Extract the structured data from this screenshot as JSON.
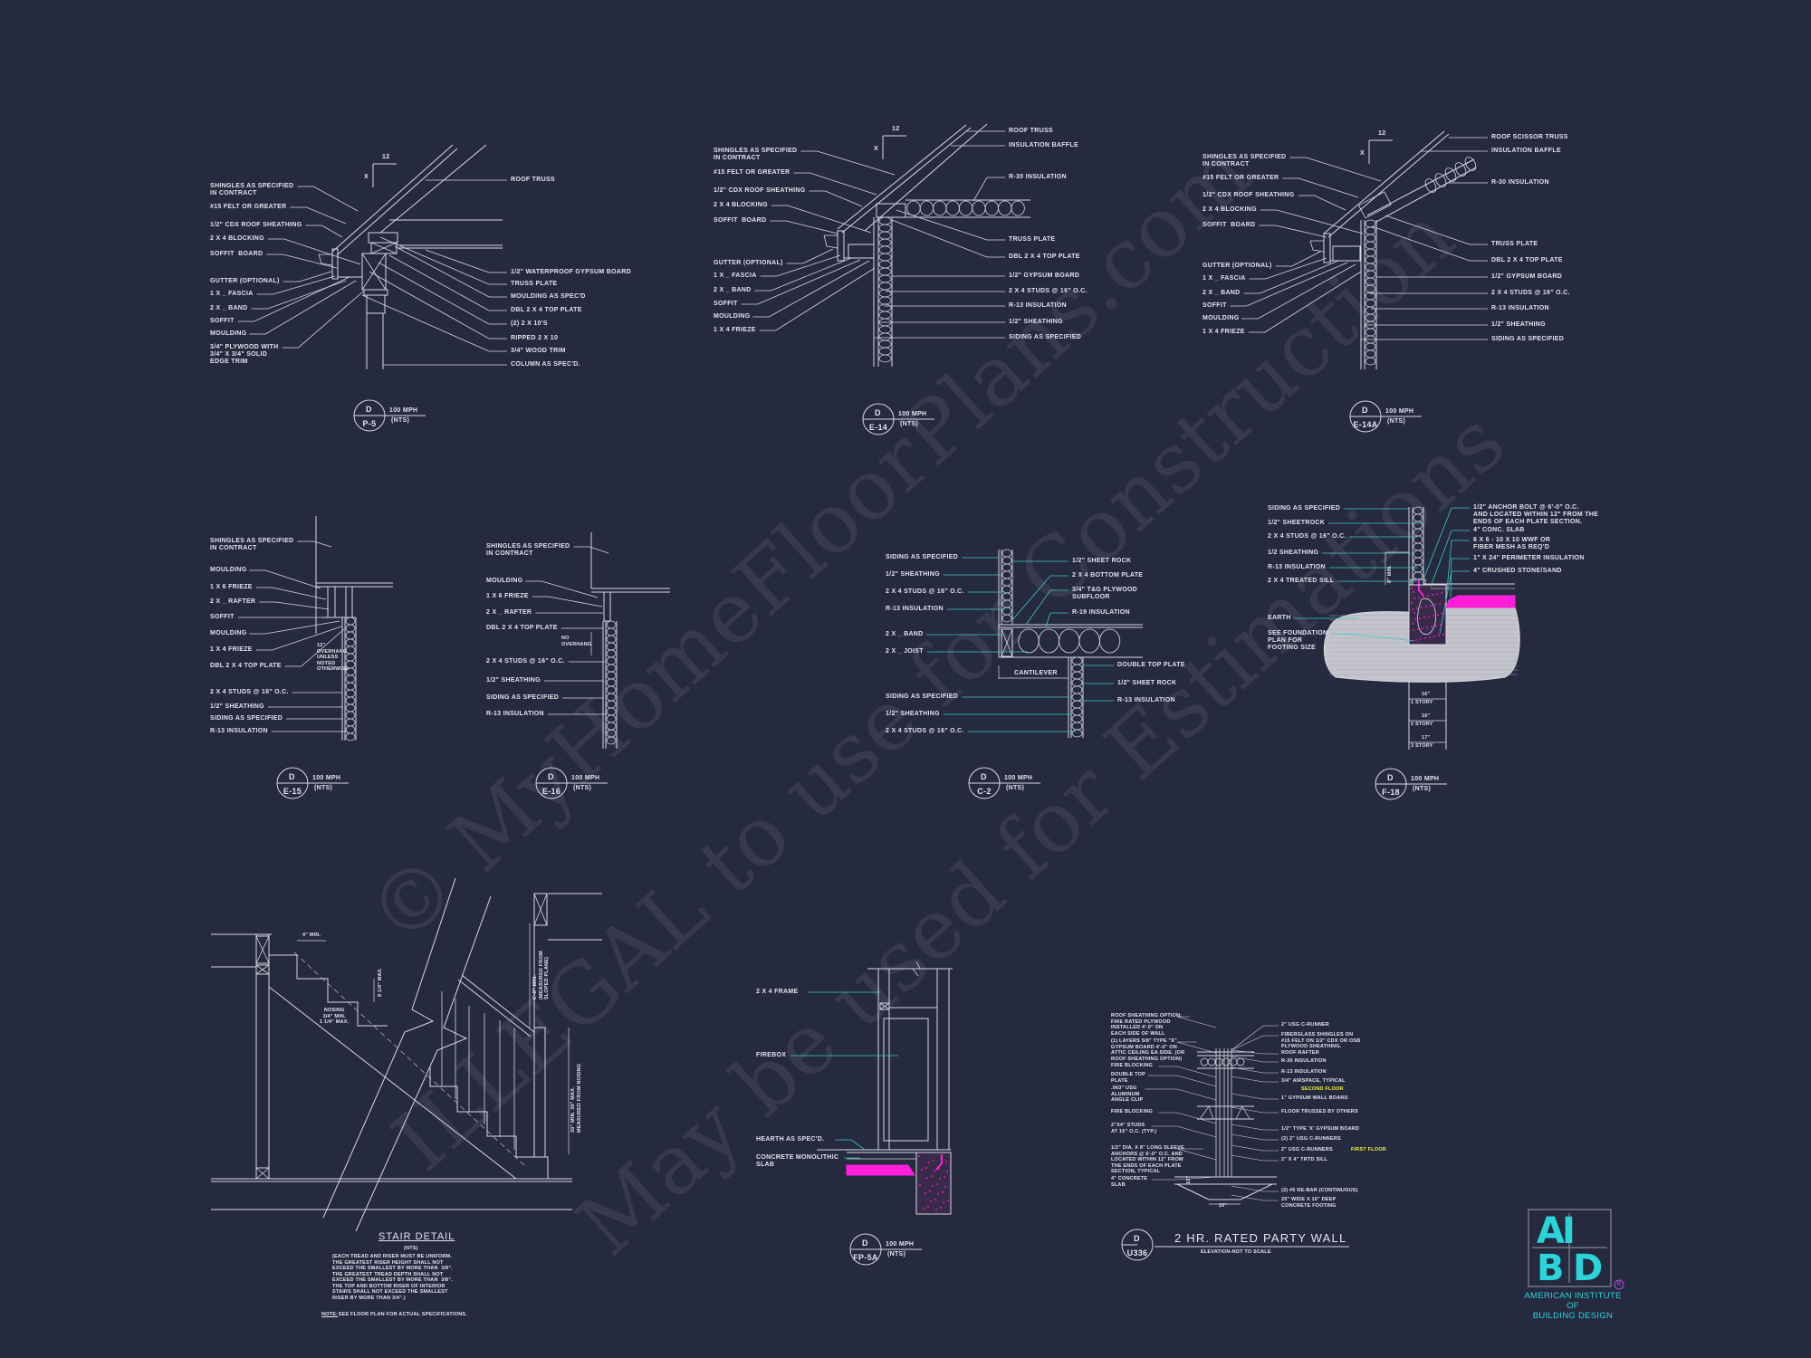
{
  "sheet": {
    "background": "#262a3f",
    "line_color": "#dcdce4",
    "leader_accent": "#3cc8c8",
    "highlight": "#ff1fd8",
    "note_yellow": "#f2f23a"
  },
  "watermark": [
    "© MyHomeFloorPlans.com",
    "ILLEGAL to use for Construction",
    "May be used for Estimations"
  ],
  "details": {
    "p5": {
      "callout": {
        "letter": "D",
        "id": "P-5"
      },
      "wind": "100 MPH",
      "scale": "(NTS)",
      "slope": {
        "rise": "X",
        "run": "12"
      },
      "left": [
        "SHINGLES AS SPECIFIED\nIN CONTRACT",
        "#15 FELT OR GREATER",
        "1/2\" CDX ROOF SHEATHING",
        "2 X 4 BLOCKING",
        "SOFFIT  BOARD",
        "GUTTER (OPTIONAL)",
        "1 X _ FASCIA",
        "2 X _ BAND",
        "SOFFIT",
        "MOULDING",
        "3/4\" PLYWOOD WITH\n3/4\" X 3/4\" SOLID\nEDGE TRIM"
      ],
      "right": [
        "ROOF TRUSS",
        "1/2\" WATERPROOF GYPSUM BOARD",
        "TRUSS PLATE",
        "MOULDING AS SPEC'D",
        "DBL 2 X 4 TOP PLATE",
        "(2) 2 X 10's",
        "RIPPED 2 X 10",
        "3/4\" WOOD TRIM",
        "COLUMN AS SPEC'D."
      ]
    },
    "e14": {
      "callout": {
        "letter": "D",
        "id": "E-14"
      },
      "wind": "100 MPH",
      "scale": "(NTS)",
      "slope": {
        "rise": "X",
        "run": "12"
      },
      "left": [
        "SHINGLES AS SPECIFIED\nIN CONTRACT",
        "#15 FELT OR GREATER",
        "1/2\" CDX ROOF SHEATHING",
        "2 X 4 BLOCKING",
        "SOFFIT  BOARD",
        "GUTTER (OPTIONAL)",
        "1 X _ FASCIA",
        "2 X _ BAND",
        "SOFFIT",
        "MOULDING",
        "1 X 4 FRIEZE"
      ],
      "right": [
        "ROOF TRUSS",
        "INSULATION BAFFLE",
        "R-30 INSULATION",
        "TRUSS PLATE",
        "DBL 2 X 4 TOP PLATE",
        "1/2\" GYPSUM BOARD",
        "2 X 4 STUDS @ 16\" O.C.",
        "R-13 INSULATION",
        "1/2\" SHEATHING",
        "SIDING AS SPECIFIED"
      ]
    },
    "e14a": {
      "callout": {
        "letter": "D",
        "id": "E-14A"
      },
      "wind": "100 MPH",
      "scale": "(NTS)",
      "slope": {
        "rise": "X",
        "run": "12"
      },
      "left": [
        "SHINGLES AS SPECIFIED\nIN CONTRACT",
        "#15 FELT OR GREATER",
        "1/2\" CDX ROOF SHEATHING",
        "2 X 4 BLOCKING",
        "SOFFIT  BOARD",
        "GUTTER (OPTIONAL)",
        "1 X _ FASCIA",
        "2 X _ BAND",
        "SOFFIT",
        "MOULDING",
        "1 X 4 FRIEZE"
      ],
      "right": [
        "ROOF SCISSOR TRUSS",
        "INSULATION BAFFLE",
        "R-30 INSULATION",
        "TRUSS PLATE",
        "DBL 2 X 4 TOP PLATE",
        "1/2\" GYPSUM BOARD",
        "2 X 4 STUDS @ 16\" O.C.",
        "R-13 INSULATION",
        "1/2\" SHEATHING",
        "SIDING AS SPECIFIED"
      ]
    },
    "e15": {
      "callout": {
        "letter": "D",
        "id": "E-15"
      },
      "wind": "100 MPH",
      "scale": "(NTS)",
      "left": [
        "SHINGLES AS SPECIFIED\nIN CONTRACT",
        "MOULDING",
        "1 X 6 FRIEZE",
        "2 X _ RAFTER",
        "SOFFIT",
        "MOULDING",
        "1 X 4 FRIEZE",
        "DBL 2 X 4 TOP PLATE",
        "2 X 4 STUDS @ 16\" O.C.",
        "1/2\" SHEATHING",
        "SIDING AS SPECIFIED",
        "R-13 INSULATION"
      ],
      "note": "12\"\nOVERHANG\nUNLESS\nNOTED\nOTHERWISE"
    },
    "e16": {
      "callout": {
        "letter": "D",
        "id": "E-16"
      },
      "wind": "100 MPH",
      "scale": "(NTS)",
      "left": [
        "SHINGLES AS SPECIFIED\nIN CONTRACT",
        "MOULDING",
        "1 X 6 FRIEZE",
        "2 X _ RAFTER",
        "DBL 2 X 4 TOP PLATE",
        "2 X 4 STUDS @ 16\" O.C.",
        "1/2\" SHEATHING",
        "SIDING AS SPECIFIED",
        "R-13 INSULATION"
      ],
      "note": "NO\nOVERHANG"
    },
    "c2": {
      "callout": {
        "letter": "D",
        "id": "C-2"
      },
      "wind": "100 MPH",
      "scale": "(NTS)",
      "left": [
        "SIDING AS SPECIFIED",
        "1/2\" SHEATHING",
        "2 X 4 STUDS @ 16\" O.C.",
        "R-13 INSULATION",
        "2 X _ BAND",
        "2 X _ JOIST",
        "SIDING AS SPECIFIED",
        "1/2\" SHEATHING",
        "2 X 4 STUDS @ 16\" O.C."
      ],
      "right": [
        "1/2\" SHEET ROCK",
        "2 X 4 BOTTOM PLATE",
        "3/4\" T&G PLYWOOD\nSUBFLOOR",
        "R-19 INSULATION",
        "DOUBLE TOP PLATE",
        "1/2\" SHEET ROCK",
        "R-13 INSULATION"
      ],
      "note": "CANTILEVER"
    },
    "f18": {
      "callout": {
        "letter": "D",
        "id": "F-18"
      },
      "wind": "100 MPH",
      "scale": "(NTS)",
      "left": [
        "SIDING AS SPECIFIED",
        "1/2\" SHEETROCK",
        "2 X 4 STUDS @ 16\" O.C.",
        "1/2 SHEATHING",
        "R-13 INSULATION",
        "2 X 4 TREATED SILL",
        "EARTH",
        "SEE FOUNDATION\nPLAN FOR\nFOOTING SIZE"
      ],
      "right": [
        "1/2\" ANCHOR BOLT @ 6'-0\" O.C.\nAND LOCATED WITHIN 12\" FROM THE\nENDS OF EACH PLATE SECTION.",
        "4\" CONC. SLAB",
        "6 X 6 - 10 X 10 WWF OR\nFIBER MESH AS REQ'D",
        "1\" X 24\" PERIMETER INSULATION",
        "4\" CRUSHED STONE/SAND"
      ],
      "note": "8\" MIN.",
      "footings": [
        {
          "width": "16\"",
          "story": "1 STORY"
        },
        {
          "width": "16\"",
          "story": "2 STORY"
        },
        {
          "width": "17\"",
          "story": "3 STORY"
        }
      ]
    },
    "fp5a": {
      "callout": {
        "letter": "D",
        "id": "FP-5A"
      },
      "wind": "100 MPH",
      "scale": "(NTS)",
      "left": [
        "2 X 4 FRAME",
        "FIREBOX",
        "HEARTH AS SPEC'D.",
        "CONCRETE MONOLITHIC\nSLAB"
      ]
    }
  },
  "stair": {
    "title": "STAIR DETAIL",
    "scale": "(NTS)",
    "dims": {
      "tread": "4\" MIN.",
      "riser": "8 1/4\" MAX.",
      "nosing": "NOSING\n3/4\" MIN.\n1 1/4\" MAX.",
      "headroom": "6'-8\" MIN.\n(MEASURED FROM\nSLOPED PLANE)",
      "handrail": "30\" MIN. 38\" MAX.\nMEASURED FROM NOSING"
    },
    "notes": "(EACH TREAD AND RISER MUST BE UNIFORM.\nTHE GREATEST RISER HEIGHT SHALL NOT\nEXCEED THE SMALLEST BY MORE THAN  3/8\".\nTHE GREATEST TREAD DEPTH SHALL NOT\nEXCEED THE SMALLEST BY MORE THAN  3/8\".\nTHE TOP AND BOTTOM RISER OF INTERIOR\nSTAIRS SHALL NOT EXCEED THE SMALLEST\nRISER BY MORE THAN 3/4\".)",
    "note_label": "NOTE:",
    "note_text": " SEE FLOOR PLAN FOR ACTUAL SPECIFICATIONS."
  },
  "party_wall": {
    "title": "2 HR. RATED PARTY WALL",
    "subtitle": "ELEVATION-NOT TO SCALE",
    "callout": {
      "letter": "D",
      "id": "U336"
    },
    "left": [
      "ROOF SHEATHING OPTION:\nFIRE RATED PLYWOOD\nINSTALLED 4'-0\" ON\nEACH SIDE OF WALL",
      "(1) LAYERS 5/8\" TYPE \"X\"\nGYPSUM BOARD 4'-0\" ON\nATTIC CEILING EA SIDE. (OR\nROOF SHEATHING OPTION)",
      "FIRE BLOCKING",
      "DOUBLE TOP\nPLATE",
      ".063\" USG\nALUMINUM\nANGLE CLIP",
      "FIRE BLOCKING",
      "2\"x4\" STUDS\nAT 16\" O.C. (TYP.)",
      "1/2\" DIA. X 8\" LONG SLEEVE\nANCHORS @ 6'-0\" O.C. AND\nLOCATED WITHIN 12\" FROM\nTHE ENDS OF EACH PLATE\nSECTION, TYPICAL",
      "4\" CONCRETE\nSLAB"
    ],
    "right": [
      "2\" USG C-RUNNER",
      "FIBERGLASS SHINGLES ON\n#15 FELT ON 1/2\" CDX OR OSB\nPLYWOOD SHEATHING.",
      "ROOF RAFTER",
      "R-30 INSULATION",
      "R-13 INSULATION",
      "3/4\" AIRSPACE, TYPICAL",
      "1\" GYPSUM WALL BOARD",
      "FLOOR TRUSSES BY OTHERS",
      "1/2\" TYPE 'X' GYPSUM BOARD",
      "(2) 2\" USG C-RUNNERS",
      "2\" USG C-RUNNERS",
      "2\" X 4\" TRTD SILL",
      "(2) #5 RE-BAR (CONTINUOUS)",
      "20\" WIDE X 10\" DEEP\nCONCRETE FOOTING"
    ],
    "second_floor": "SECOND FLOOR",
    "first_floor": "FIRST FLOOR",
    "footing_width": "20\"",
    "footing_depth": "10\""
  },
  "logo": {
    "letters": [
      "A",
      "I",
      "B",
      "D"
    ],
    "name": "AMERICAN INSTITUTE\nOF\nBUILDING DESIGN",
    "registered": "R",
    "color": "#2ad4d9"
  }
}
